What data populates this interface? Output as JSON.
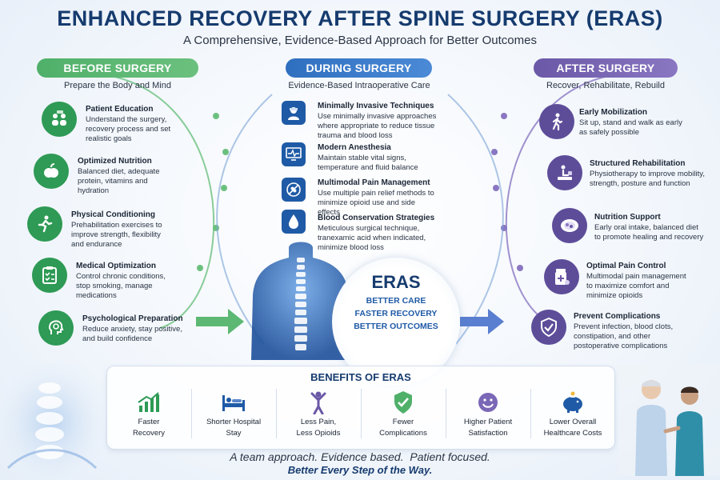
{
  "header": {
    "title": "ENHANCED RECOVERY AFTER SPINE SURGERY (ERAS)",
    "subtitle": "A Comprehensive, Evidence-Based Approach for Better Outcomes"
  },
  "before": {
    "heading": "BEFORE SURGERY",
    "sub": "Prepare the Body and Mind",
    "items": [
      {
        "title": "Patient Education",
        "desc": "Understand the surgery, recovery process and set realistic goals",
        "icon": "people-chat-icon"
      },
      {
        "title": "Optimized Nutrition",
        "desc": "Balanced diet, adequate protein, vitamins and hydration",
        "icon": "apple-icon"
      },
      {
        "title": "Physical Conditioning",
        "desc": "Prehabilitation exercises to improve strength, flexibility and endurance",
        "icon": "running-person-icon"
      },
      {
        "title": "Medical Optimization",
        "desc": "Control chronic conditions, stop smoking, manage medications",
        "icon": "clipboard-checklist-icon"
      },
      {
        "title": "Psychological Preparation",
        "desc": "Reduce anxiety, stay positive, and build confidence",
        "icon": "head-brain-icon"
      }
    ]
  },
  "during": {
    "heading": "DURING SURGERY",
    "sub": "Evidence-Based Intraoperative Care",
    "items": [
      {
        "title": "Minimally Invasive Techniques",
        "desc": "Use minimally invasive approaches where appropriate to reduce tissue trauma and blood loss",
        "icon": "surgeon-icon"
      },
      {
        "title": "Modern Anesthesia",
        "desc": "Maintain stable vital signs, temperature and fluid balance",
        "icon": "heart-monitor-icon"
      },
      {
        "title": "Multimodal Pain Management",
        "desc": "Use multiple pain relief methods to minimize opioid use and side effects",
        "icon": "pills-no-icon"
      },
      {
        "title": "Blood Conservation Strategies",
        "desc": "Meticulous surgical technique, tranexamic acid when indicated, minimize blood loss",
        "icon": "blood-drop-icon"
      }
    ]
  },
  "after": {
    "heading": "AFTER SURGERY",
    "sub": "Recover, Rehabilitate, Rebuild",
    "items": [
      {
        "title": "Early Mobilization",
        "desc": "Sit up, stand and walk as early as safely possible",
        "icon": "walking-person-icon"
      },
      {
        "title": "Structured Rehabilitation",
        "desc": "Physiotherapy to improve mobility, strength, posture and function",
        "icon": "physiotherapy-icon"
      },
      {
        "title": "Nutrition Support",
        "desc": "Early oral intake, balanced diet to promote healing and recovery",
        "icon": "food-plate-icon"
      },
      {
        "title": "Optimal Pain Control",
        "desc": "Multimodal pain management to maximize comfort and minimize opioids",
        "icon": "pill-bottle-icon"
      },
      {
        "title": "Prevent Complications",
        "desc": "Prevent infection, blood clots, constipation, and other postoperative complications",
        "icon": "shield-check-icon"
      }
    ]
  },
  "center": {
    "label": "ERAS",
    "lines": [
      "BETTER CARE",
      "FASTER RECOVERY",
      "BETTER OUTCOMES"
    ]
  },
  "benefits": {
    "title": "BENEFITS OF ERAS",
    "items": [
      {
        "line1": "Faster",
        "line2": "Recovery",
        "icon": "bar-chart-up-icon"
      },
      {
        "line1": "Shorter Hospital",
        "line2": "Stay",
        "icon": "hospital-bed-icon"
      },
      {
        "line1": "Less Pain,",
        "line2": "Less Opioids",
        "icon": "person-arms-up-icon"
      },
      {
        "line1": "Fewer",
        "line2": "Complications",
        "icon": "shield-check-icon"
      },
      {
        "line1": "Higher Patient",
        "line2": "Satisfaction",
        "icon": "smiley-face-icon"
      },
      {
        "line1": "Lower Overall",
        "line2": "Healthcare Costs",
        "icon": "piggy-bank-icon"
      }
    ]
  },
  "footer": {
    "line1": "A team approach. Evidence based.  Patient focused.",
    "line2": "Better Every Step of the Way."
  },
  "colors": {
    "before": "#2e9a55",
    "during": "#1f5aa6",
    "after": "#5d4d99",
    "title": "#163b6e"
  }
}
